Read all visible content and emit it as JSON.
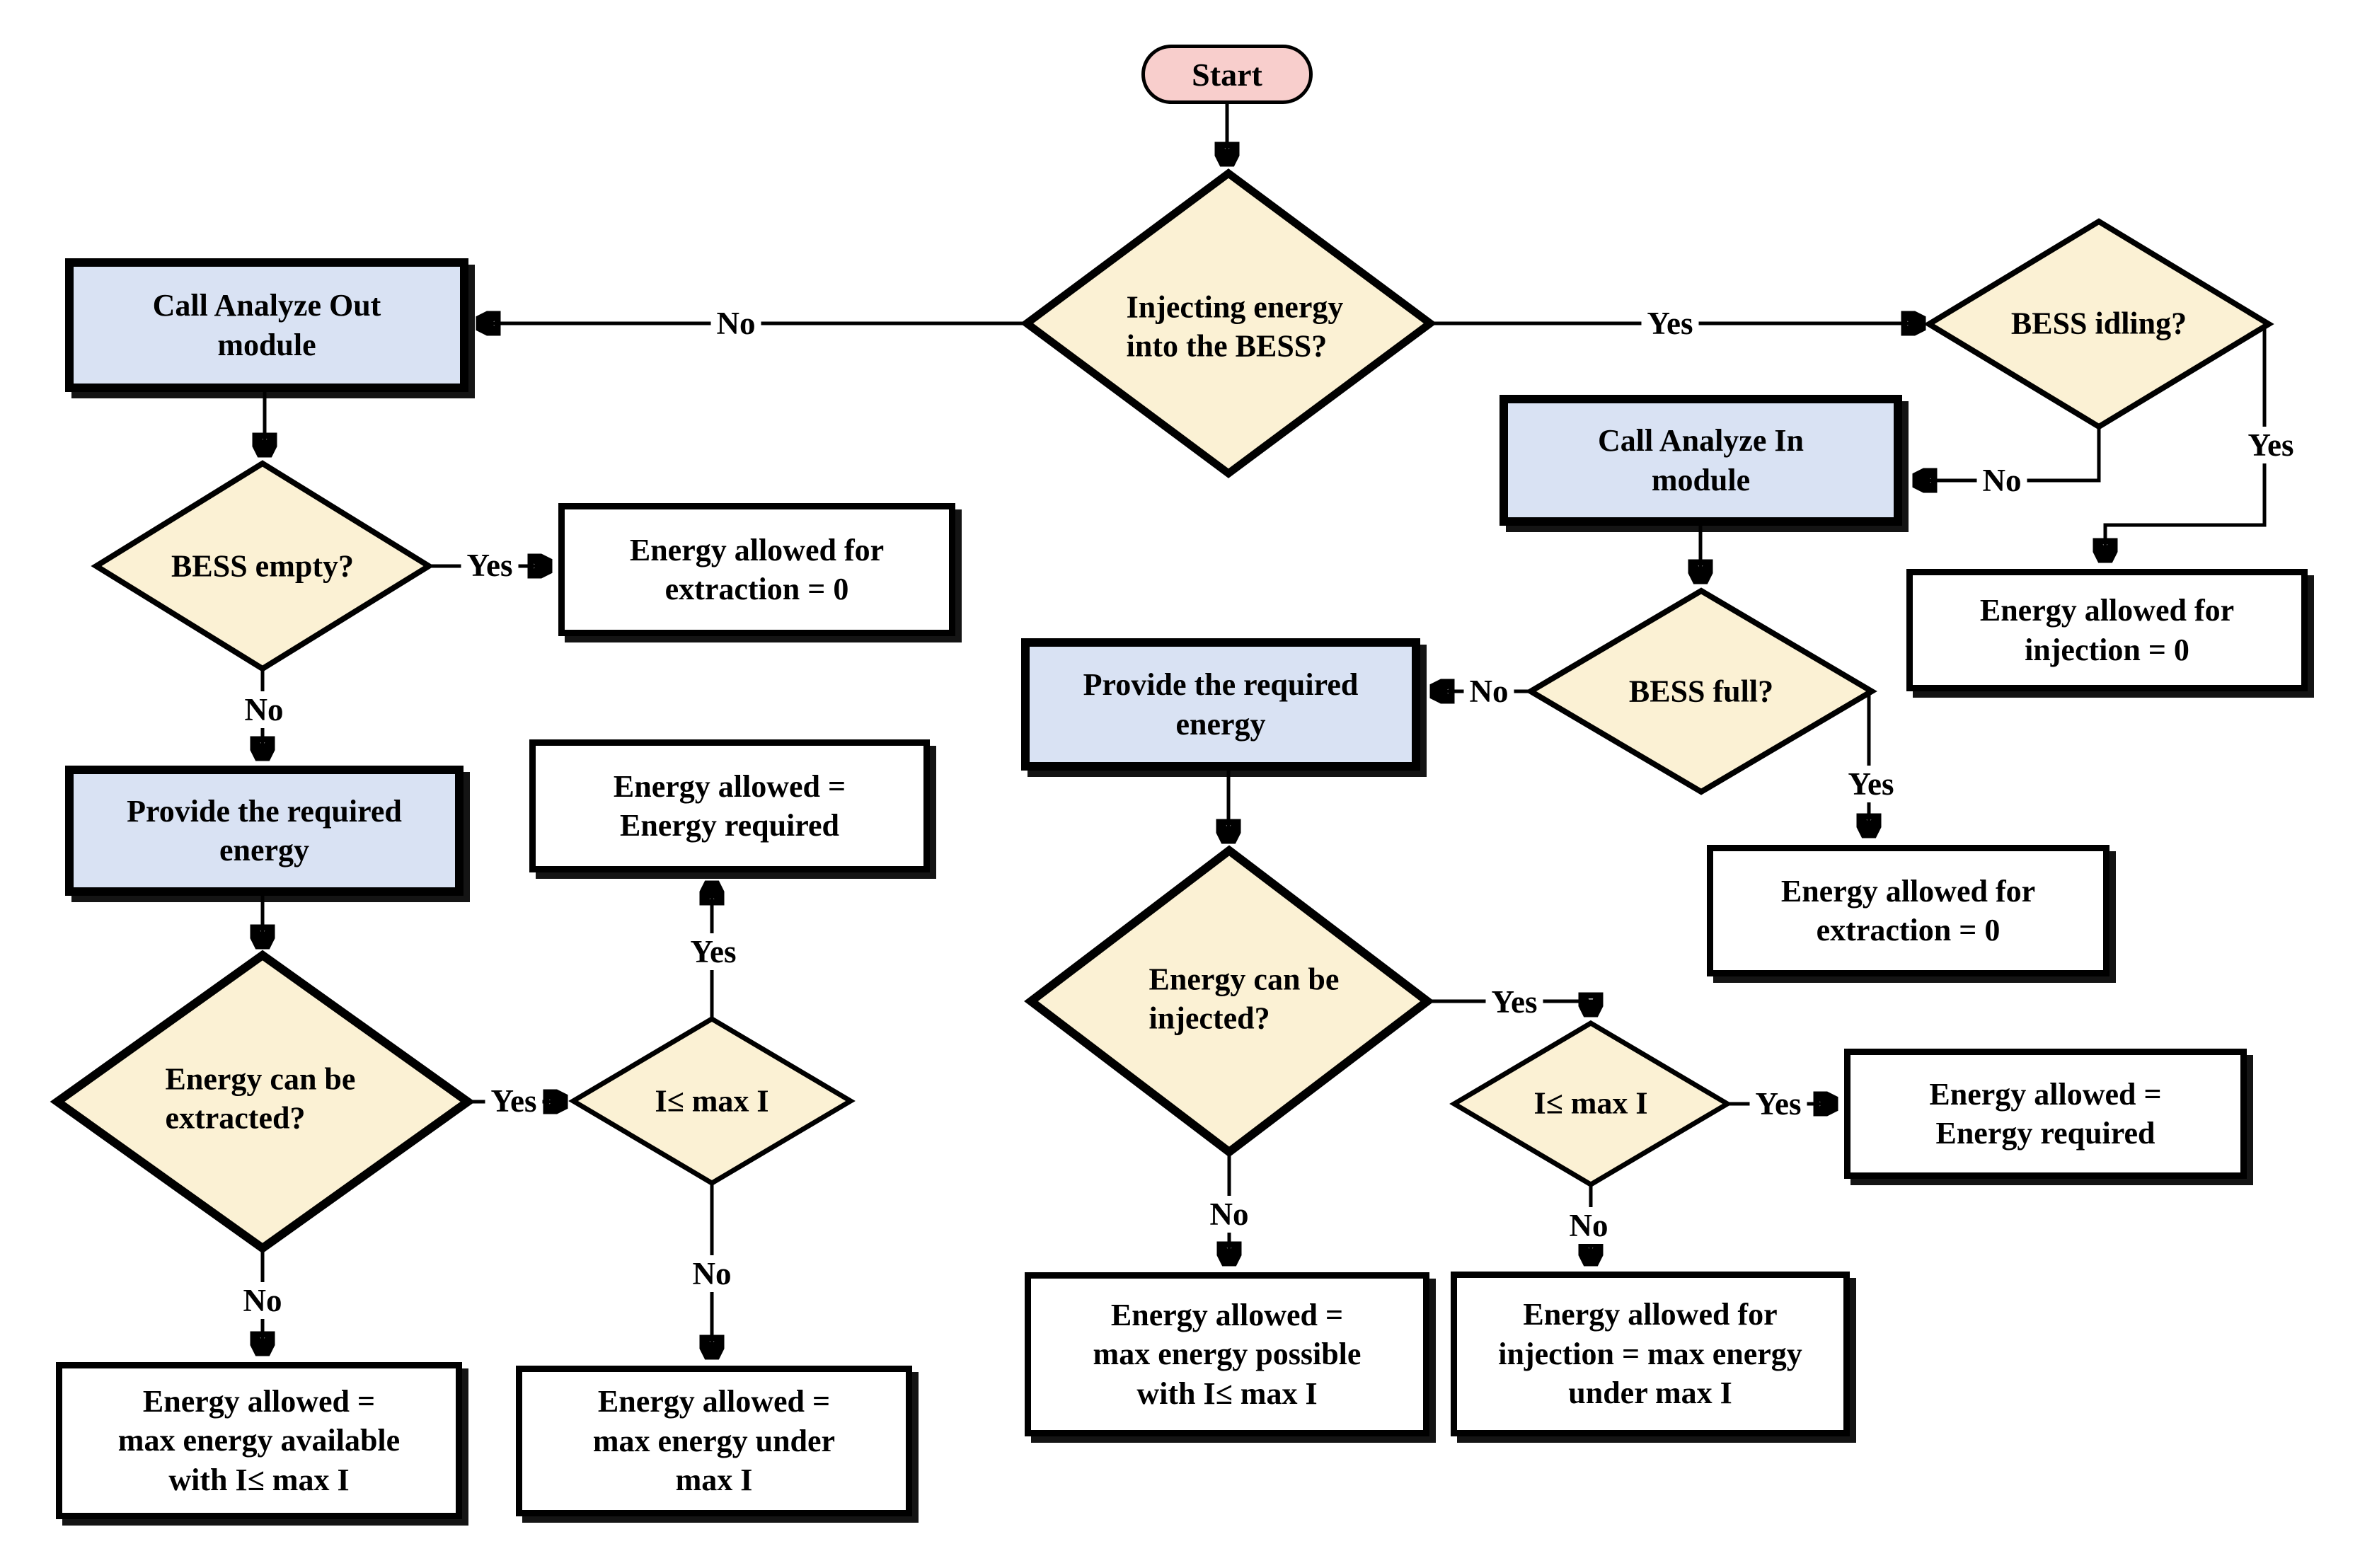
{
  "colors": {
    "background": "#FFFFFF",
    "decision_fill": "#FBF1D4",
    "process_fill": "#D9E2F3",
    "outcome_fill": "#FFFFFF",
    "terminator_fill": "#F8CECC",
    "stroke": "#000000"
  },
  "nodes": {
    "start": "Start",
    "injecting_energy": "Injecting energy\ninto the BESS?",
    "call_analyze_out": "Call Analyze Out\nmodule",
    "bess_empty": "BESS empty?",
    "extraction_zero_left": "Energy allowed for\nextraction = 0",
    "provide_required_left": "Provide the required\nenergy",
    "energy_can_be_extracted": "Energy can be\nextracted?",
    "i_max_left": "I≤ max I",
    "energy_eq_required_left": "Energy allowed =\nEnergy required",
    "max_energy_under_max_i": "Energy allowed =\nmax energy under\nmax I",
    "max_energy_available": "Energy allowed =\nmax energy available\nwith I≤ max I",
    "bess_idling": "BESS idling?",
    "injection_zero": "Energy allowed for\ninjection = 0",
    "call_analyze_in": "Call Analyze In\nmodule",
    "bess_full": "BESS full?",
    "provide_required_right": "Provide the required\nenergy",
    "extraction_zero_right": "Energy allowed for\nextraction = 0",
    "energy_can_be_injected": "Energy can be\ninjected?",
    "i_max_right": "I≤ max I",
    "energy_eq_required_right": "Energy allowed =\nEnergy required",
    "max_energy_possible": "Energy allowed =\nmax energy possible\nwith I≤ max I",
    "injection_max_energy": "Energy allowed for\ninjection = max energy\nunder max I"
  },
  "edges": {
    "injecting_no": "No",
    "injecting_yes": "Yes",
    "empty_yes": "Yes",
    "empty_no": "No",
    "extracted_yes": "Yes",
    "extracted_no": "No",
    "i_max_left_yes": "Yes",
    "i_max_left_no": "No",
    "idling_yes": "Yes",
    "idling_no": "No",
    "full_no": "No",
    "full_yes": "Yes",
    "injected_yes": "Yes",
    "injected_no": "No",
    "i_max_right_yes": "Yes",
    "i_max_right_no": "No"
  }
}
